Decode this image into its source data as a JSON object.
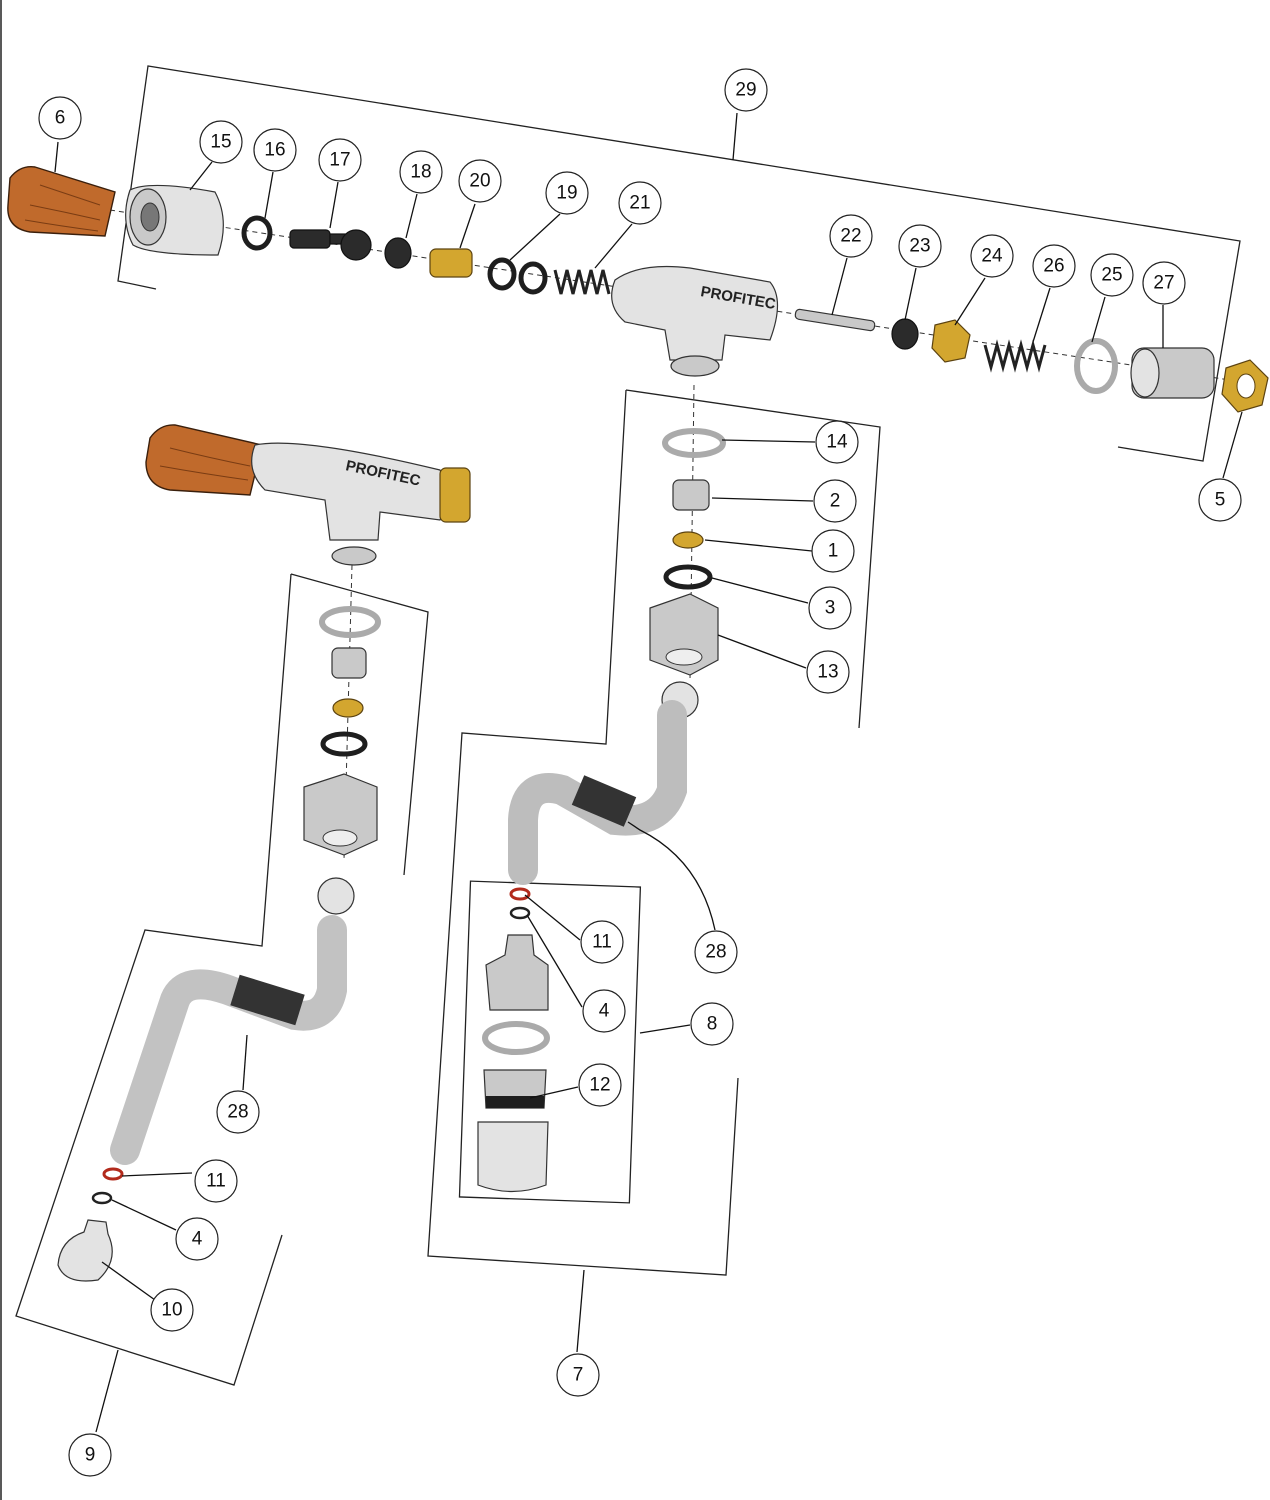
{
  "brand_label": "PROFITEC",
  "colors": {
    "wood": "#c06a2c",
    "brass": "#d3a62f",
    "steel": "#c9c9c9",
    "rubber": "#2b2b2b",
    "red_oring": "#b22a1c"
  },
  "callouts": {
    "c1": "1",
    "c2": "2",
    "c3": "3",
    "c4a": "4",
    "c4b": "4",
    "c5": "5",
    "c6": "6",
    "c7": "7",
    "c8": "8",
    "c9": "9",
    "c10": "10",
    "c11a": "11",
    "c11b": "11",
    "c12": "12",
    "c13": "13",
    "c14": "14",
    "c15": "15",
    "c16": "16",
    "c17": "17",
    "c18": "18",
    "c19": "19",
    "c20": "20",
    "c21": "21",
    "c22": "22",
    "c23": "23",
    "c24": "24",
    "c25": "25",
    "c26": "26",
    "c27": "27",
    "c28a": "28",
    "c28b": "28",
    "c29": "29"
  }
}
